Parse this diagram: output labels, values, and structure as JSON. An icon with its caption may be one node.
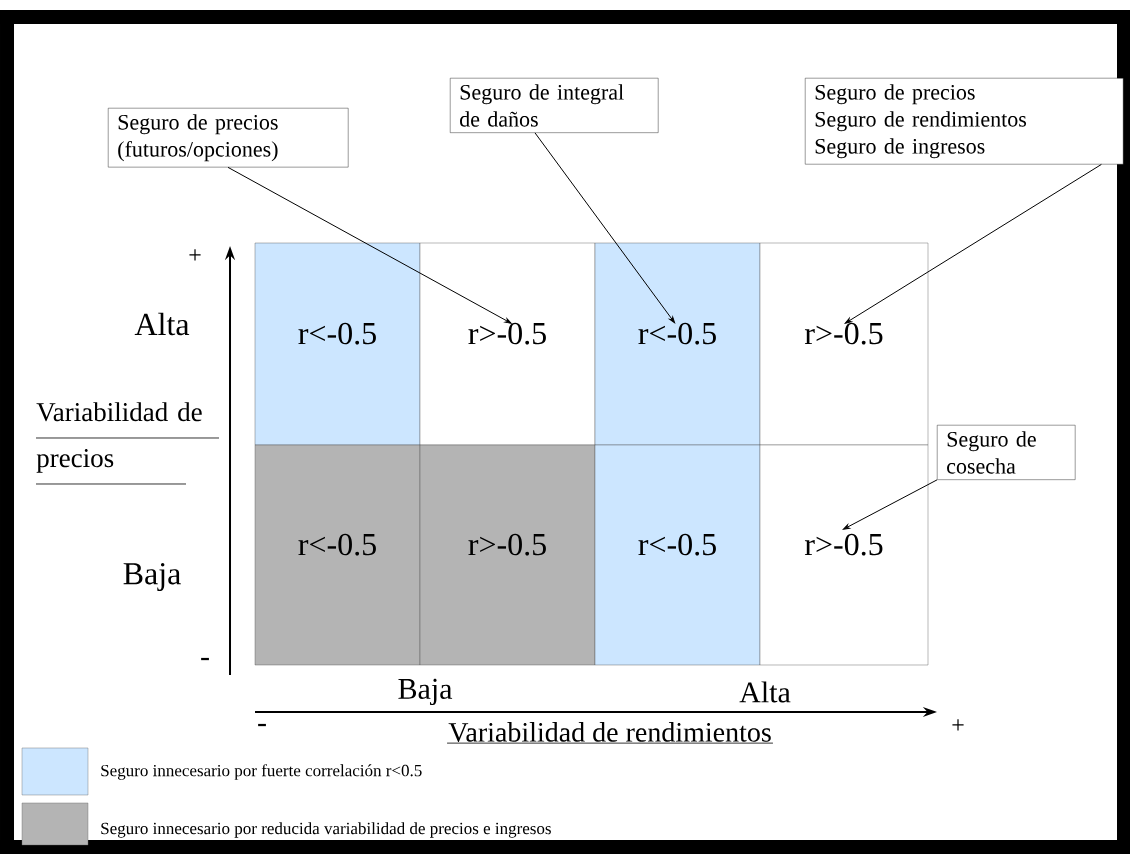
{
  "diagram": {
    "nodes": [
      {
        "text": [
          "Seguro de precios (futuros/opciones)"
        ]
      },
      {
        "text": [
          "Seguro de integral de daños"
        ]
      },
      {
        "text": [
          "Seguro de precios",
          "Seguro de rendimientos",
          "Seguro de ingresos"
        ]
      },
      {
        "text": [
          "Seguro de cosecha"
        ]
      },
      {
        "text": [
          "r<-0.5"
        ]
      },
      {
        "text": [
          "r>-0.5"
        ]
      },
      {
        "text": [
          "r<-0.5"
        ]
      },
      {
        "text": [
          "r>-0.5"
        ]
      },
      {
        "text": [
          "r<-0.5"
        ]
      },
      {
        "text": [
          "r>-0.5"
        ]
      },
      {
        "text": [
          "r<-0.5"
        ]
      },
      {
        "text": [
          "r>-0.5"
        ]
      }
    ],
    "edges": [
      {
        "from": 0,
        "to": 5,
        "arrow": "to"
      },
      {
        "from": 1,
        "to": 6,
        "arrow": "to"
      },
      {
        "from": 2,
        "to": 7,
        "arrow": "to"
      },
      {
        "from": 3,
        "to": 11,
        "arrow": "to"
      }
    ],
    "labels": [
      "+",
      "Alta",
      "Variabilidad de precios",
      "Baja",
      "-",
      "Baja",
      "Alta",
      "-",
      "Variabilidad de rendimientos",
      "+"
    ],
    "legend": [
      {
        "text": "Seguro innecesario por fuerte correlación r<0.5",
        "color": "#cce6ff"
      },
      {
        "text": "Seguro innecesario por reducida variabilidad de precios e ingresos",
        "color": "#b4b4b4"
      }
    ]
  }
}
